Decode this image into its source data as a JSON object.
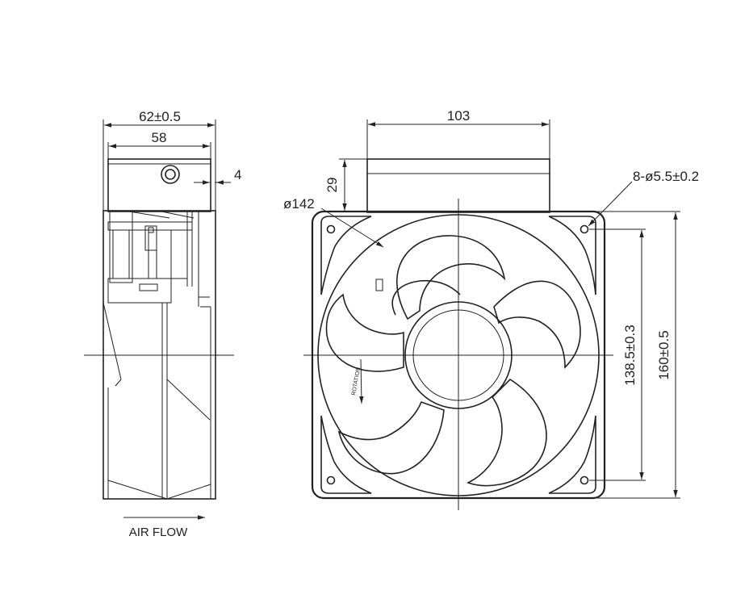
{
  "side_view": {
    "dims": {
      "overall_width": "62±0.5",
      "body_width": "58",
      "offset": "4"
    },
    "airflow_label": "AIR FLOW"
  },
  "front_view": {
    "dims": {
      "box_width": "103",
      "box_height": "29",
      "venturi_diameter": "ø142",
      "mounting_holes": "8-ø5.5±0.2",
      "hole_pitch": "138.5±0.3",
      "frame_size": "160±0.5"
    },
    "rotation_label": "ROTATION"
  }
}
